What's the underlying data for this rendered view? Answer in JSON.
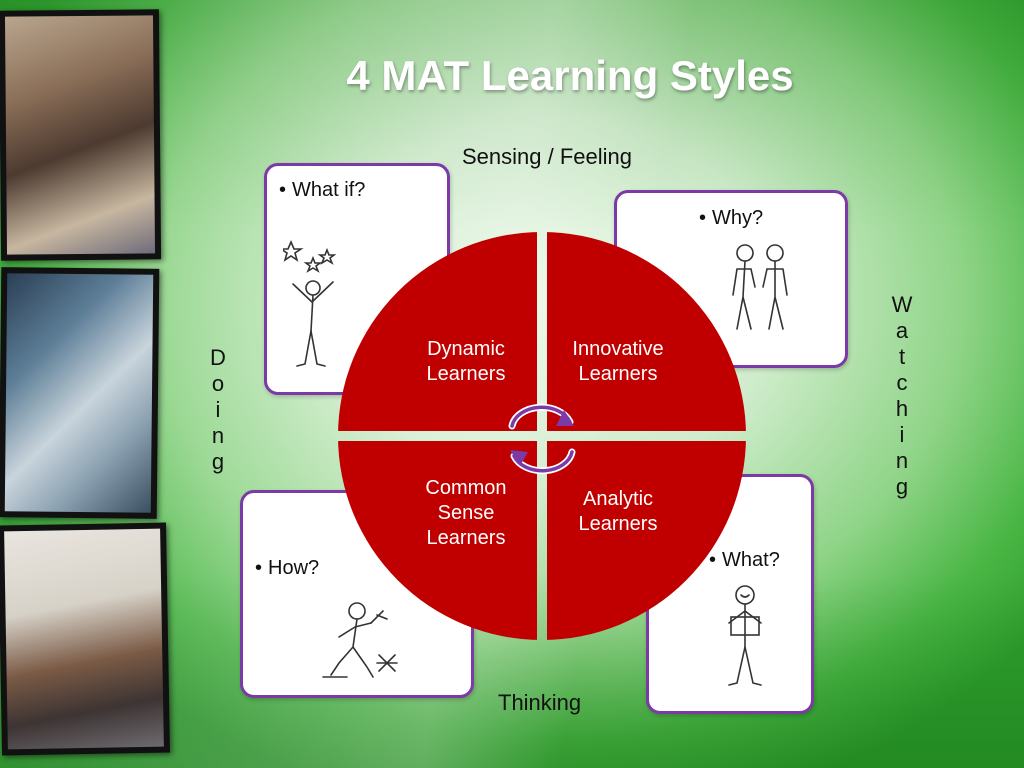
{
  "title": "4 MAT Learning Styles",
  "axes": {
    "top": "Sensing / Feeling",
    "bottom": "Thinking",
    "left_letters": [
      "D",
      "o",
      "i",
      "n",
      "g"
    ],
    "right_letters": [
      "W",
      "a",
      "t",
      "c",
      "h",
      "i",
      "n",
      "g"
    ]
  },
  "questions": {
    "top_left": "What if?",
    "top_right": "Why?",
    "bottom_left": "How?",
    "bottom_right": "What?"
  },
  "quadrants": {
    "top_left": [
      "Dynamic",
      "Learners"
    ],
    "top_right": [
      "Innovative",
      "Learners"
    ],
    "bottom_left": [
      "Common",
      "Sense",
      "Learners"
    ],
    "bottom_right": [
      "Analytic",
      "Learners"
    ]
  },
  "bullet": "•",
  "colors": {
    "quadrant_fill": "#c00000",
    "card_border": "#7b3aa6",
    "cycle_arrow": "#7b3aa6",
    "title": "#ffffff"
  }
}
